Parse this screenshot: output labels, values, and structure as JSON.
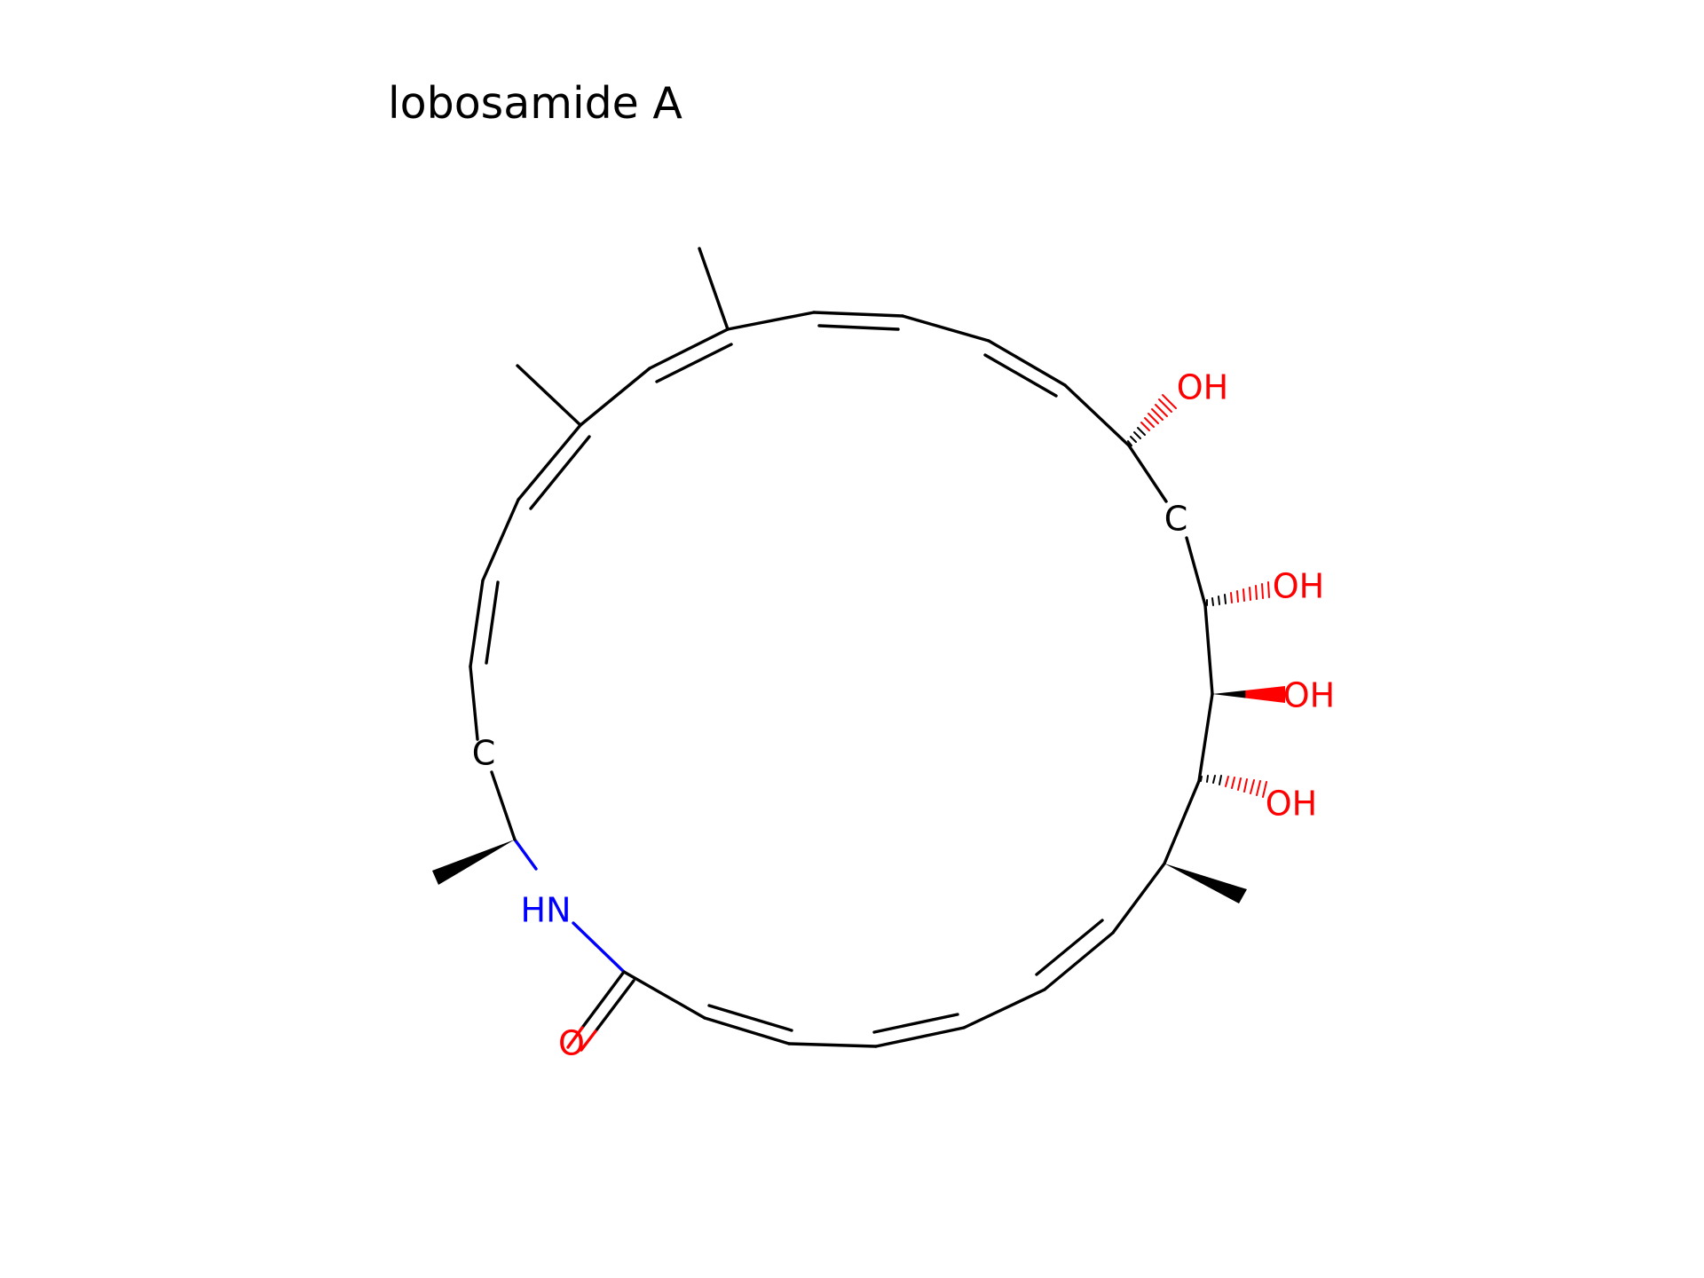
{
  "title": "lobosamide A",
  "labels": {
    "oh1": "OH",
    "c1": "C",
    "oh2": "OH",
    "oh3": "OH",
    "oh4": "OH",
    "c2": "C",
    "hn": "HN",
    "o": "O"
  },
  "colors": {
    "bond": "#000000",
    "oxygen": "#ff0000",
    "nitrogen": "#0000ff",
    "carbon": "#000000"
  }
}
